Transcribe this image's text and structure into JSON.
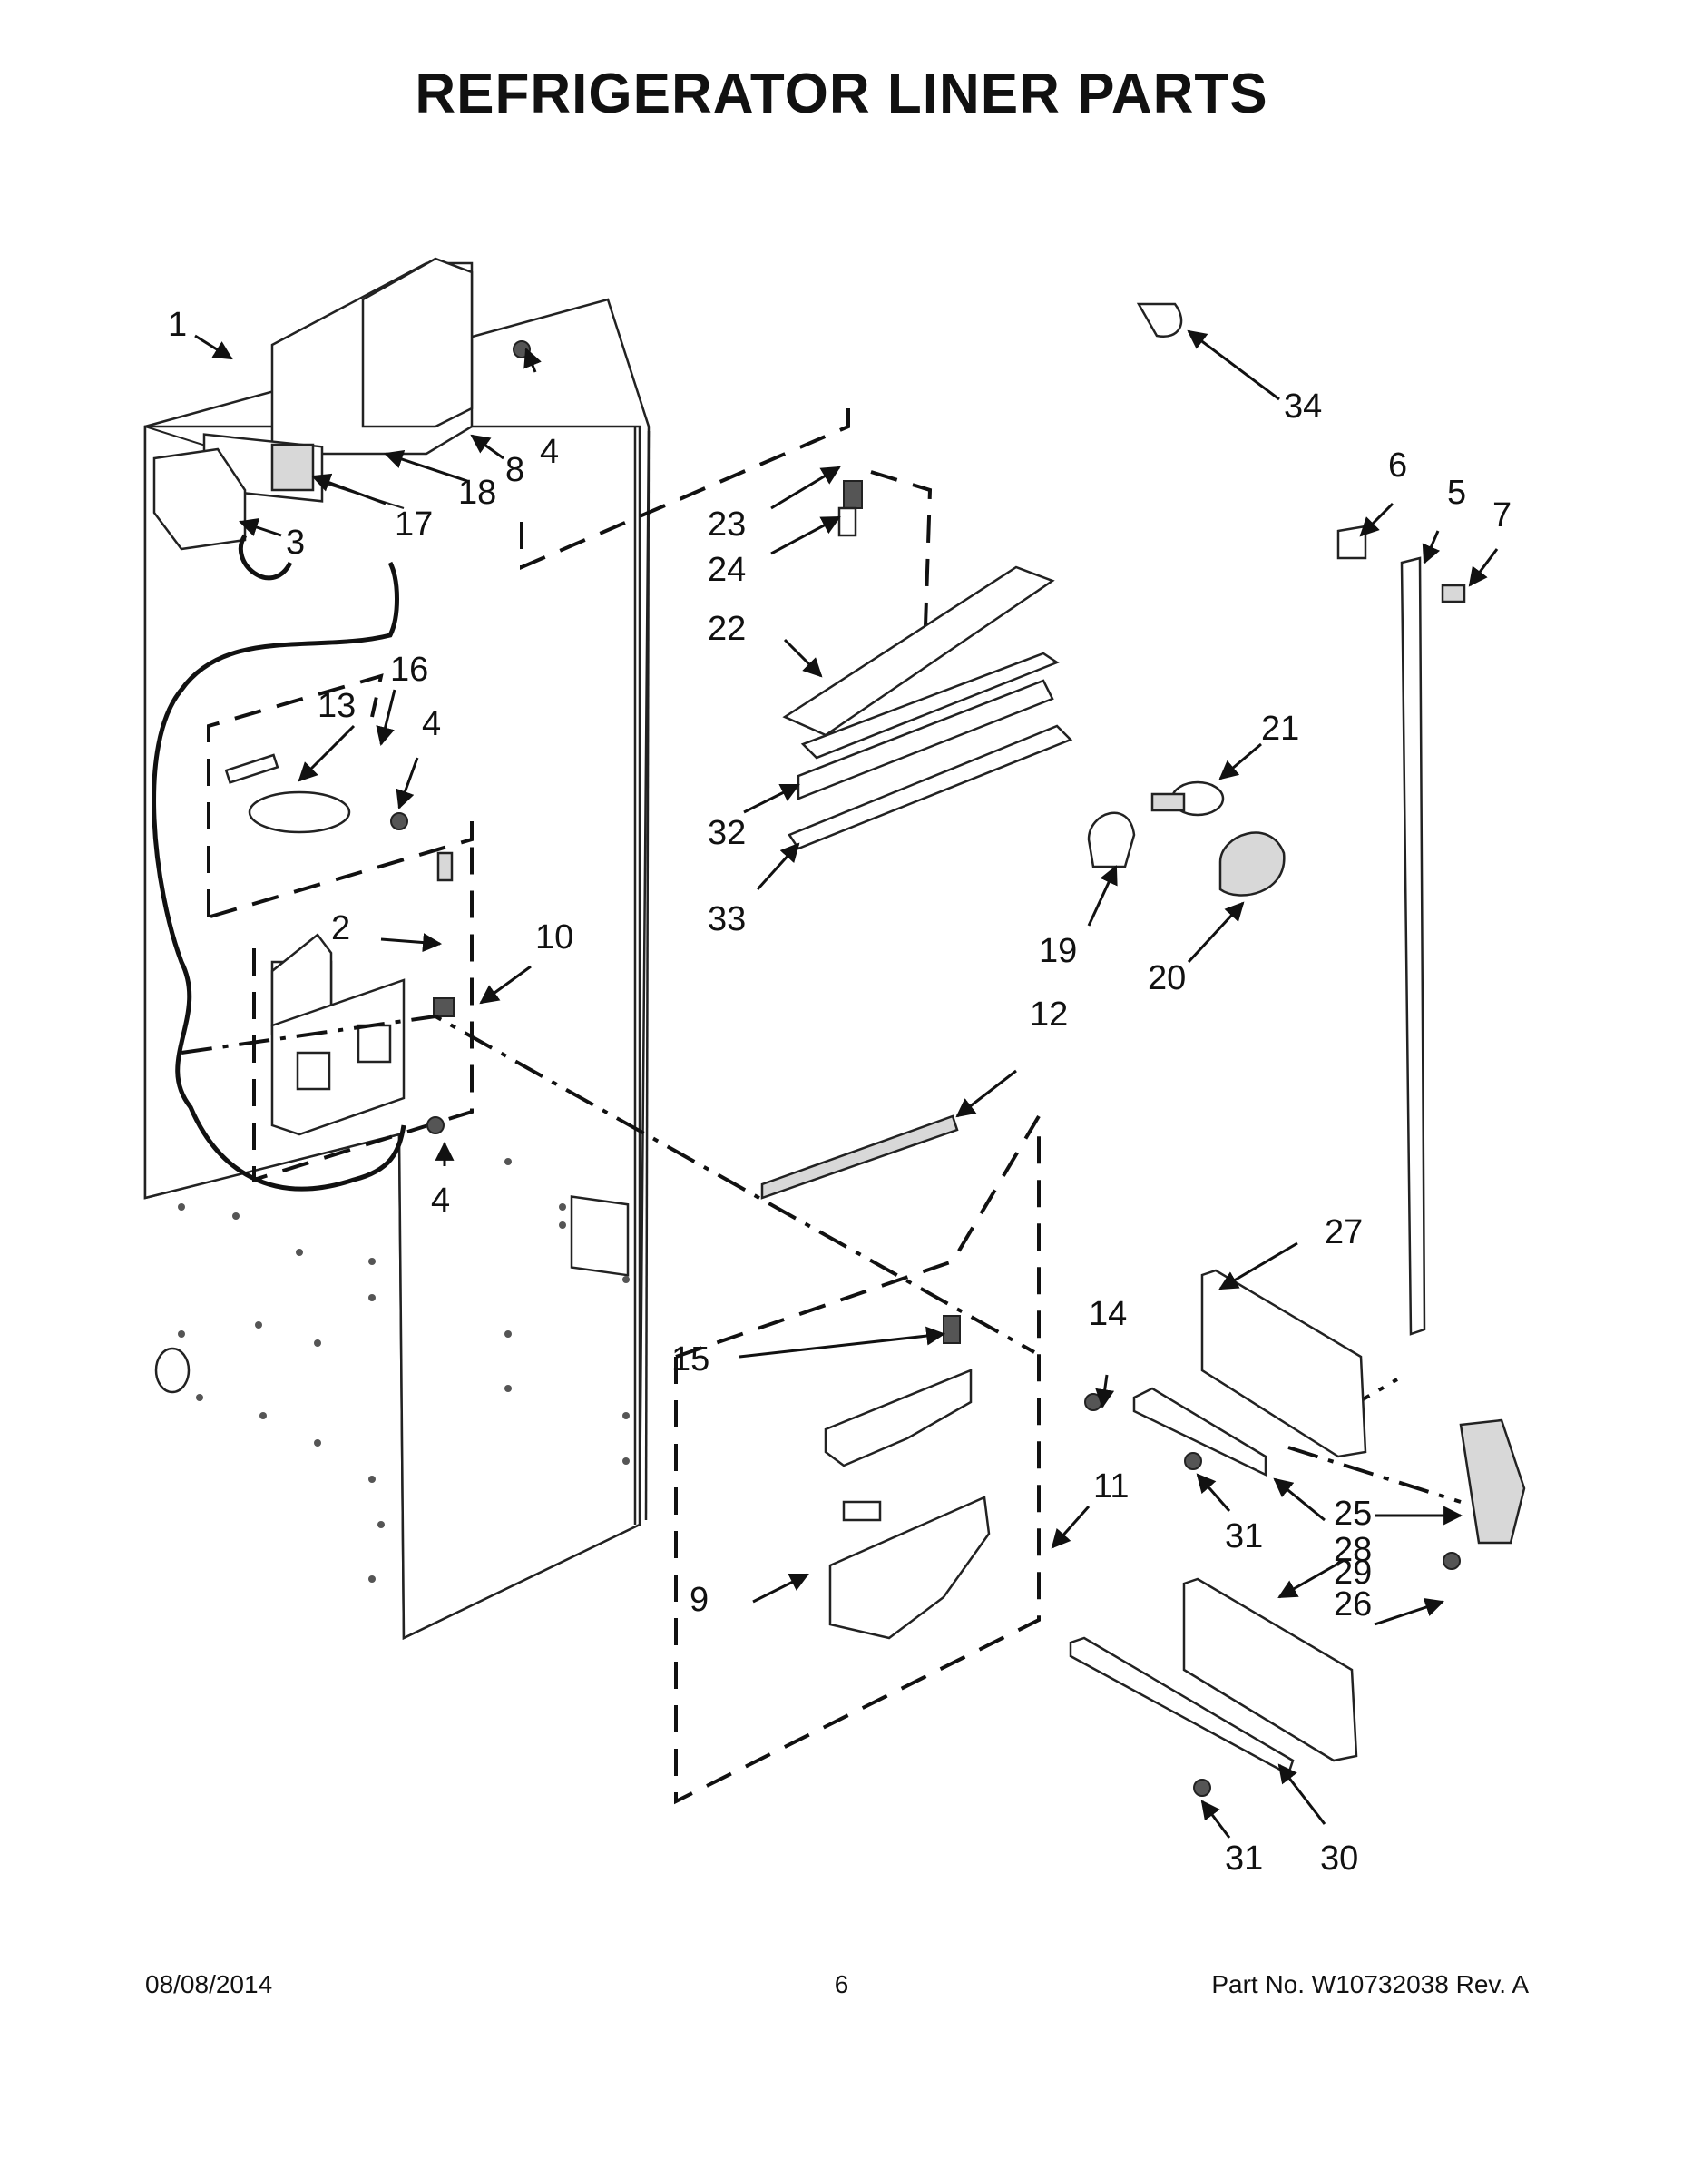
{
  "title": "REFRIGERATOR LINER PARTS",
  "callouts": [
    {
      "id": "c1",
      "label": "1"
    },
    {
      "id": "c2",
      "label": "2"
    },
    {
      "id": "c3",
      "label": "3"
    },
    {
      "id": "c4a",
      "label": "4"
    },
    {
      "id": "c4b",
      "label": "4"
    },
    {
      "id": "c4c",
      "label": "4"
    },
    {
      "id": "c5",
      "label": "5"
    },
    {
      "id": "c6",
      "label": "6"
    },
    {
      "id": "c7",
      "label": "7"
    },
    {
      "id": "c8",
      "label": "8"
    },
    {
      "id": "c9",
      "label": "9"
    },
    {
      "id": "c10",
      "label": "10"
    },
    {
      "id": "c11",
      "label": "11"
    },
    {
      "id": "c12",
      "label": "12"
    },
    {
      "id": "c13",
      "label": "13"
    },
    {
      "id": "c14",
      "label": "14"
    },
    {
      "id": "c15",
      "label": "15"
    },
    {
      "id": "c16",
      "label": "16"
    },
    {
      "id": "c17",
      "label": "17"
    },
    {
      "id": "c18",
      "label": "18"
    },
    {
      "id": "c19",
      "label": "19"
    },
    {
      "id": "c20",
      "label": "20"
    },
    {
      "id": "c21",
      "label": "21"
    },
    {
      "id": "c22",
      "label": "22"
    },
    {
      "id": "c23",
      "label": "23"
    },
    {
      "id": "c24",
      "label": "24"
    },
    {
      "id": "c25",
      "label": "25"
    },
    {
      "id": "c26",
      "label": "26"
    },
    {
      "id": "c27",
      "label": "27"
    },
    {
      "id": "c28",
      "label": "28"
    },
    {
      "id": "c29",
      "label": "29"
    },
    {
      "id": "c30",
      "label": "30"
    },
    {
      "id": "c31a",
      "label": "31"
    },
    {
      "id": "c31b",
      "label": "31"
    },
    {
      "id": "c32",
      "label": "32"
    },
    {
      "id": "c33",
      "label": "33"
    },
    {
      "id": "c34",
      "label": "34"
    }
  ],
  "footer": {
    "date": "08/08/2014",
    "page": "6",
    "part_number": "Part No.  W10732038  Rev.  A"
  }
}
